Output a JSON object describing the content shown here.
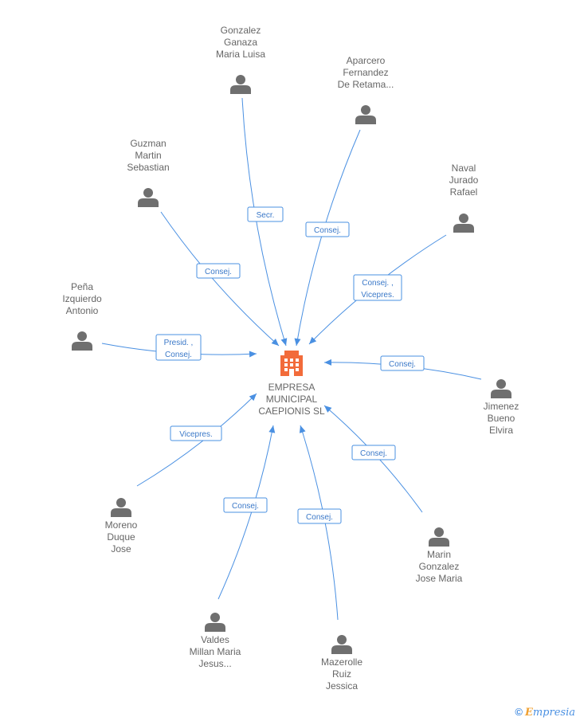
{
  "company": {
    "name_lines": [
      "EMPRESA",
      "MUNICIPAL",
      "CAEPIONIS SL"
    ],
    "icon": "building-icon",
    "icon_color": "#f26b3a"
  },
  "people": [
    {
      "id": "gonzalez",
      "name_lines": [
        "Gonzalez",
        "Ganaza",
        "Maria Luisa"
      ],
      "roles": [
        "Secr."
      ],
      "icon": "person-icon"
    },
    {
      "id": "aparcero",
      "name_lines": [
        "Aparcero",
        "Fernandez",
        "De Retama..."
      ],
      "roles": [
        "Consej."
      ],
      "icon": "person-icon"
    },
    {
      "id": "guzman",
      "name_lines": [
        "Guzman",
        "Martin",
        "Sebastian"
      ],
      "roles": [
        "Consej."
      ],
      "icon": "person-icon"
    },
    {
      "id": "naval",
      "name_lines": [
        "Naval",
        "Jurado",
        "Rafael"
      ],
      "roles": [
        "Consej. ,",
        "Vicepres."
      ],
      "icon": "person-icon"
    },
    {
      "id": "pena",
      "name_lines": [
        "Peña",
        "Izquierdo",
        "Antonio"
      ],
      "roles": [
        "Presid. ,",
        "Consej."
      ],
      "icon": "person-icon"
    },
    {
      "id": "jimenez",
      "name_lines": [
        "Jimenez",
        "Bueno",
        "Elvira"
      ],
      "roles": [
        "Consej."
      ],
      "icon": "person-icon"
    },
    {
      "id": "moreno",
      "name_lines": [
        "Moreno",
        "Duque",
        "Jose"
      ],
      "roles": [
        "Vicepres."
      ],
      "icon": "person-icon"
    },
    {
      "id": "marin",
      "name_lines": [
        "Marin",
        "Gonzalez",
        "Jose Maria"
      ],
      "roles": [
        "Consej."
      ],
      "icon": "person-icon"
    },
    {
      "id": "valdes",
      "name_lines": [
        "Valdes",
        "Millan Maria",
        "Jesus..."
      ],
      "roles": [
        "Consej."
      ],
      "icon": "person-icon"
    },
    {
      "id": "mazerolle",
      "name_lines": [
        "Mazerolle",
        "Ruiz",
        "Jessica"
      ],
      "roles": [
        "Consej."
      ],
      "icon": "person-icon"
    }
  ],
  "footer": {
    "copyright_symbol": "©",
    "brand_initial": "E",
    "brand_rest": "mpresia"
  },
  "colors": {
    "edge": "#4a90e2",
    "person": "#6f6f6f",
    "text": "#666666"
  }
}
